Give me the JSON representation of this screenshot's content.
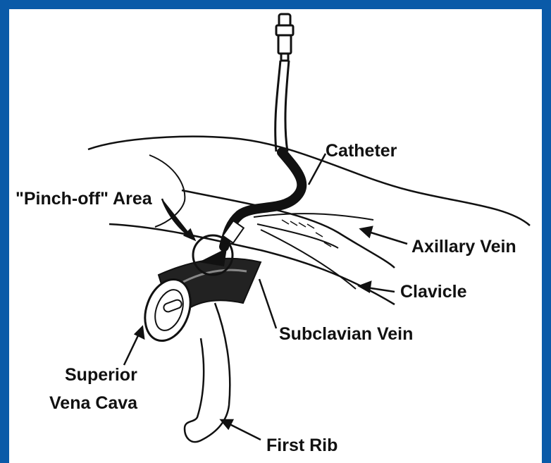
{
  "colors": {
    "frame": "#0a5aa8",
    "background": "#ffffff",
    "ink": "#111111"
  },
  "labels": {
    "catheter": "Catheter",
    "pinch_off": "\"Pinch-off\" Area",
    "axillary_vein": "Axillary Vein",
    "clavicle": "Clavicle",
    "subclavian_vein": "Subclavian Vein",
    "superior_line1": "Superior",
    "superior_line2": "Vena Cava",
    "first_rib": "First Rib"
  }
}
